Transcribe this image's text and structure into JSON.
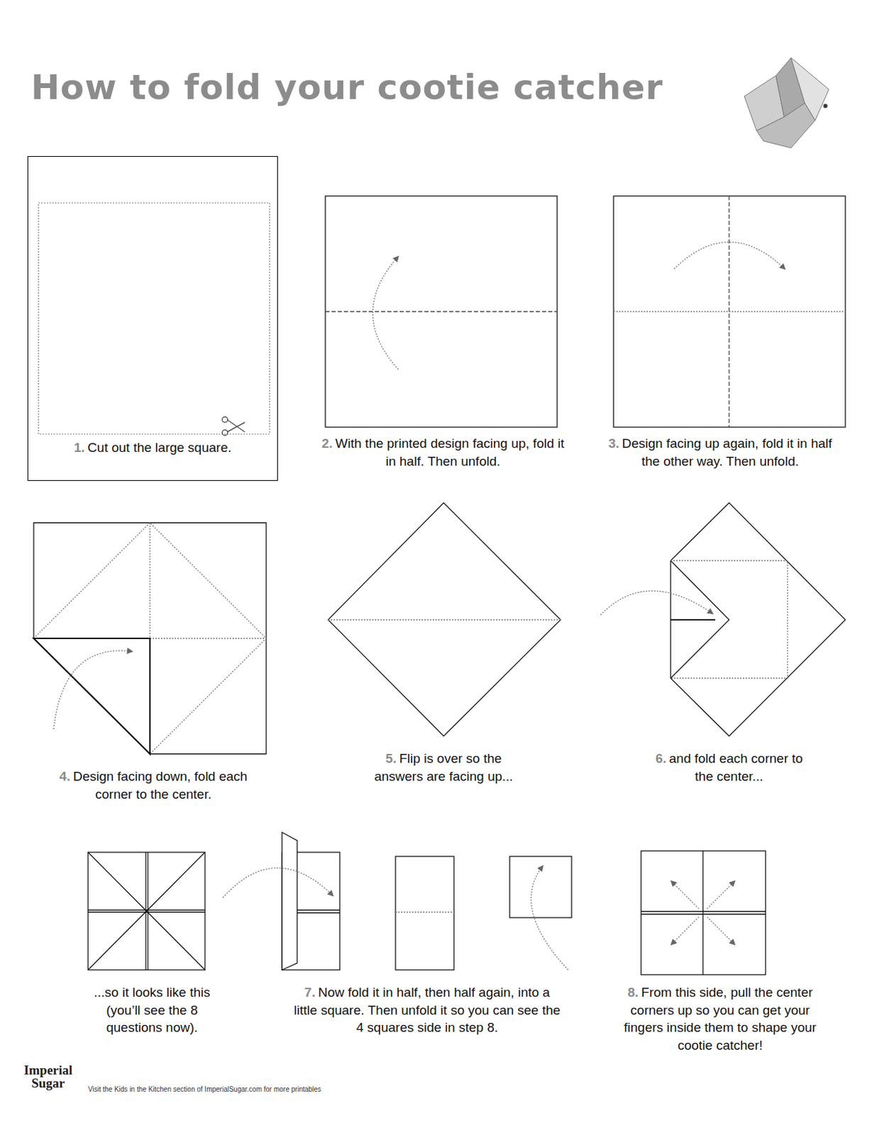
{
  "diagram": {
    "title": "How to fold your cootie catcher",
    "nodes": [
      {
        "text": [
          "1.",
          "Cut out the large square."
        ]
      }
    ],
    "labels": [
      "2.",
      "With the printed design facing up, fold it in half. Then unfold.",
      "3.",
      "Design facing up again, fold it in half the other way. Then unfold.",
      "4.",
      "Design facing down, fold each corner to the center.",
      "5.",
      "Flip is over so the answers are facing up...",
      "6.",
      "and fold each corner to the center...",
      "...so it looks like this (you’ll see the 8 questions now).",
      "7.",
      "Now fold it in half, then half again, into a little square. Then unfold it so you can see the 4 squares side in step 8.",
      "8.",
      "From this side, pull the center corners up so you can get your fingers inside them to shape your cootie catcher!",
      "Imperial Sugar",
      "Visit the Kids in the Kitchen section of ImperialSugar.com for more printables"
    ]
  }
}
